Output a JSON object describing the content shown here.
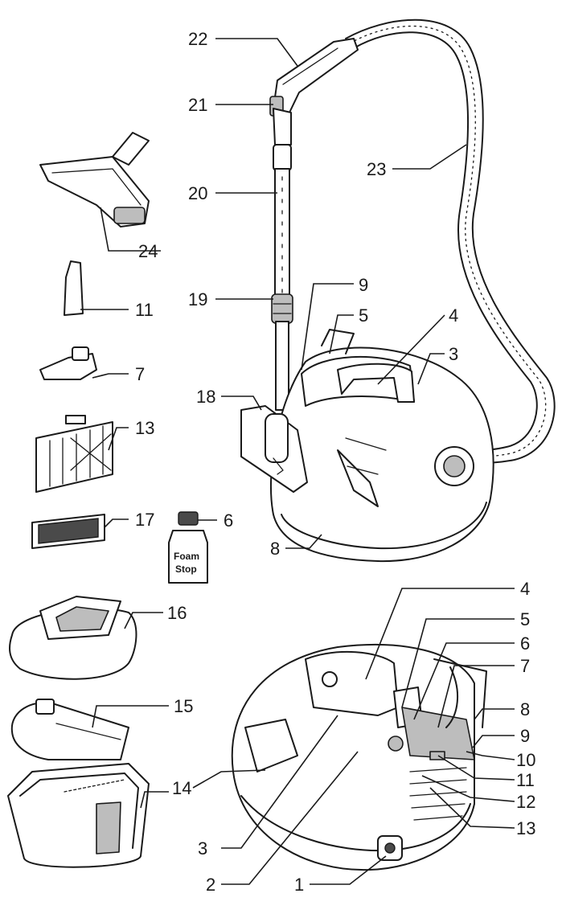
{
  "callouts_top": {
    "c22": "22",
    "c21": "21",
    "c23": "23",
    "c20": "20",
    "c24": "24",
    "c19": "19",
    "c9": "9",
    "c11": "11",
    "c5": "5",
    "c4": "4",
    "c3": "3",
    "c7": "7",
    "c18": "18",
    "c13": "13",
    "c17": "17",
    "c6": "6",
    "c8": "8"
  },
  "callouts_bottom": {
    "c16": "16",
    "c4": "4",
    "c5": "5",
    "c6": "6",
    "c7": "7",
    "c15": "15",
    "c8": "8",
    "c9": "9",
    "c10": "10",
    "c14": "14",
    "c11": "11",
    "c12": "12",
    "c13": "13",
    "c3": "3",
    "c2": "2",
    "c1": "1"
  },
  "bottle": {
    "line1": "Foam",
    "line2": "Stop"
  }
}
